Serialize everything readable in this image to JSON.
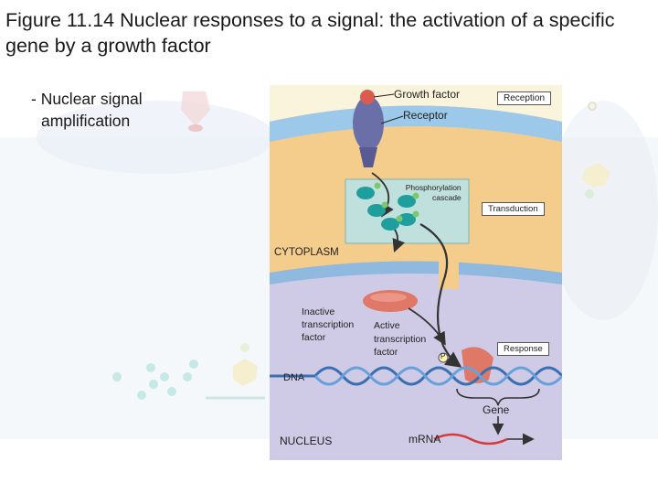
{
  "slide": {
    "title": "Figure 11.14 Nuclear responses to a signal: the activation of a specific gene by a growth factor",
    "bullet_line1": "- Nuclear signal",
    "bullet_line2": "amplification"
  },
  "figure": {
    "growth_factor": "Growth factor",
    "receptor": "Receptor",
    "reception": "Reception",
    "phosphorylation_line1": "Phosphorylation",
    "phosphorylation_line2": "cascade",
    "transduction": "Transduction",
    "cytoplasm": "CYTOPLASM",
    "inactive_line1": "Inactive",
    "inactive_line2": "transcription",
    "inactive_line3": "factor",
    "active_line1": "Active",
    "active_line2": "transcription",
    "active_line3": "factor",
    "p_label": "P",
    "response": "Response",
    "dna": "DNA",
    "gene": "Gene",
    "nucleus": "NUCLEUS",
    "mrna": "mRNA"
  },
  "colors": {
    "membrane_blue": "#9cc8ea",
    "cytoplasm_tan": "#f4cd8c",
    "nucleus_lavender": "#cfcbe6",
    "receptor_purple": "#6b6fa8",
    "transcription_factor_red": "#e07868",
    "kinase_teal": "#1f9e9e"
  }
}
